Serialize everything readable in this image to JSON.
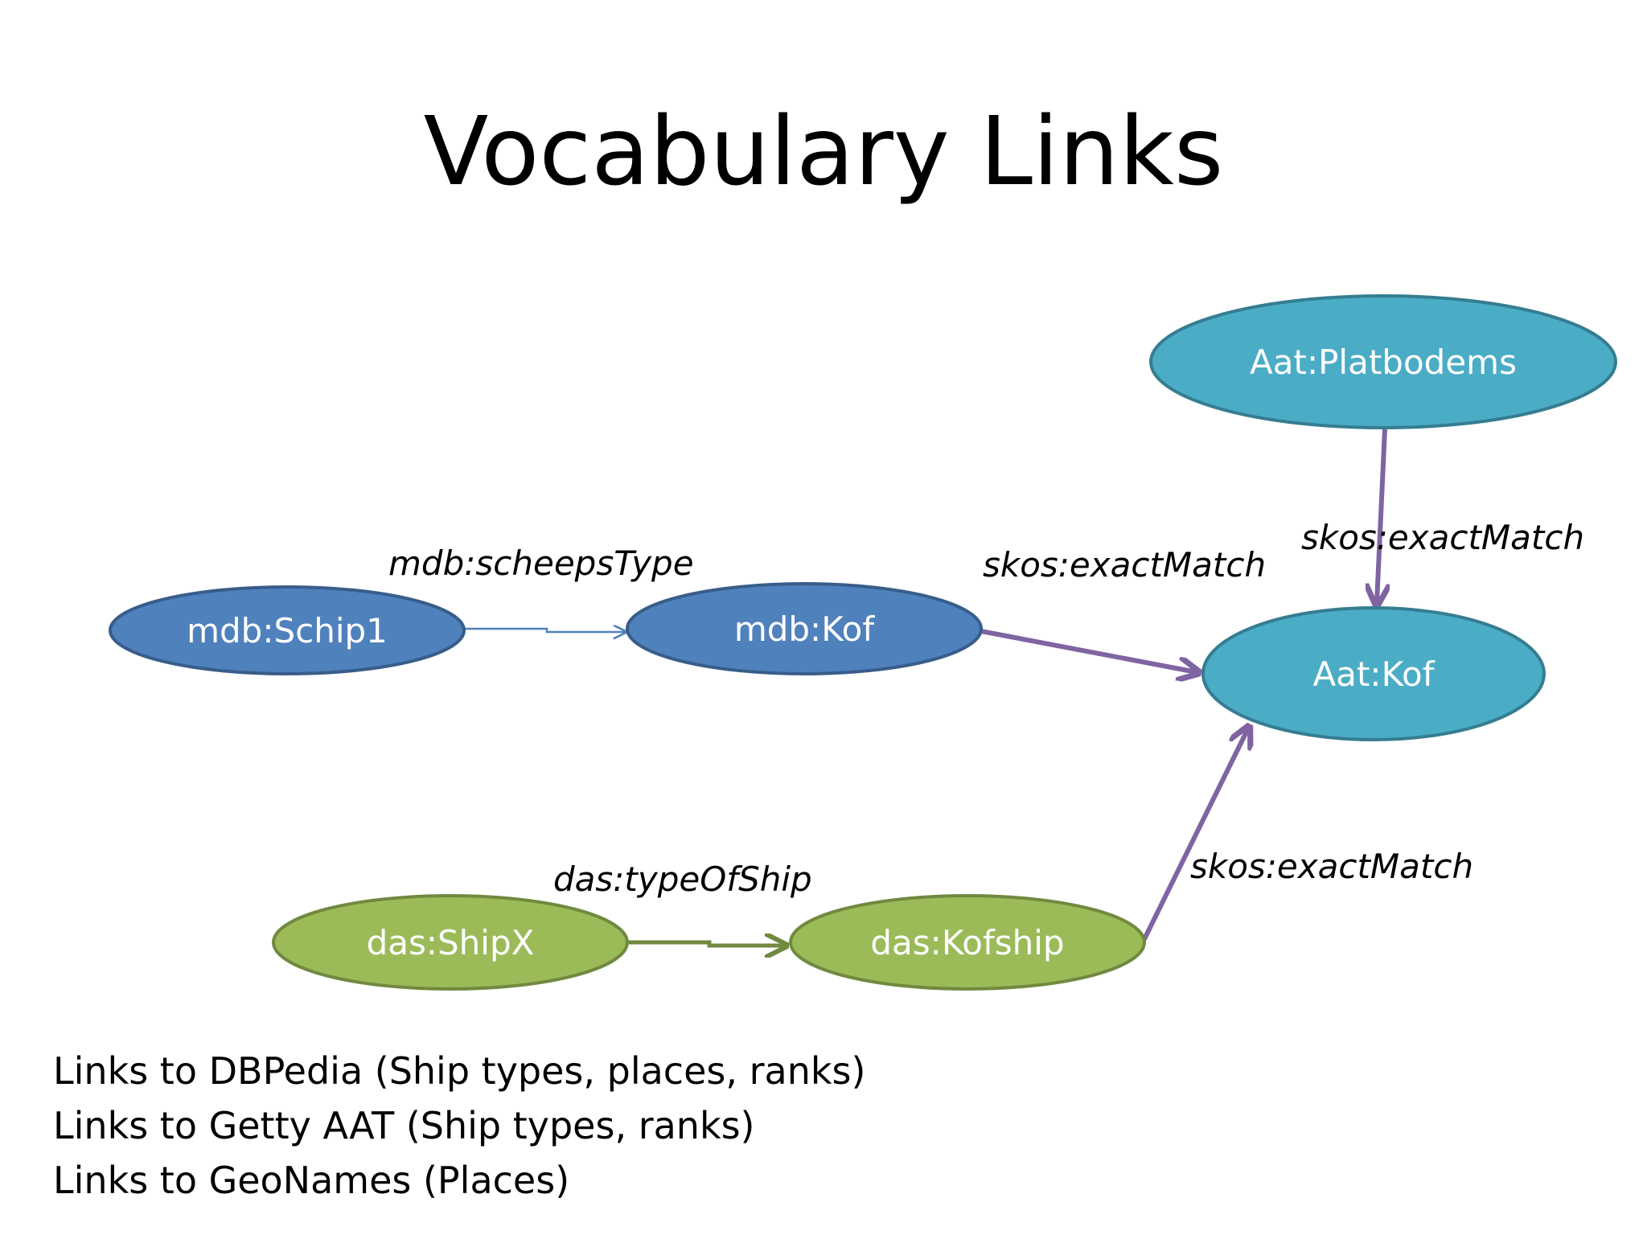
{
  "title": "Vocabulary Links",
  "colors": {
    "mdb_fill": "#4F81BD",
    "mdb_stroke": "#385D8A",
    "aat_fill": "#4BACC6",
    "aat_stroke": "#357D91",
    "das_fill": "#9BBB59",
    "das_stroke": "#71893F",
    "purple_edge": "#8064A2"
  },
  "nodes": {
    "schip1": "mdb:Schip1",
    "mdb_kof": "mdb:Kof",
    "aat_platbodems": "Aat:Platbodems",
    "aat_kof": "Aat:Kof",
    "shipx": "das:ShipX",
    "kofship": "das:Kofship"
  },
  "edges": {
    "scheepstype": "mdb:scheepsType",
    "exact_mdb": "skos:exactMatch",
    "exact_platbodems": "skos:exactMatch",
    "typeofship": "das:typeOfShip",
    "exact_das": "skos:exactMatch"
  },
  "notes": [
    "Links to DBPedia (Ship types, places, ranks)",
    "Links to Getty AAT (Ship types, ranks)",
    "Links to GeoNames (Places)"
  ]
}
